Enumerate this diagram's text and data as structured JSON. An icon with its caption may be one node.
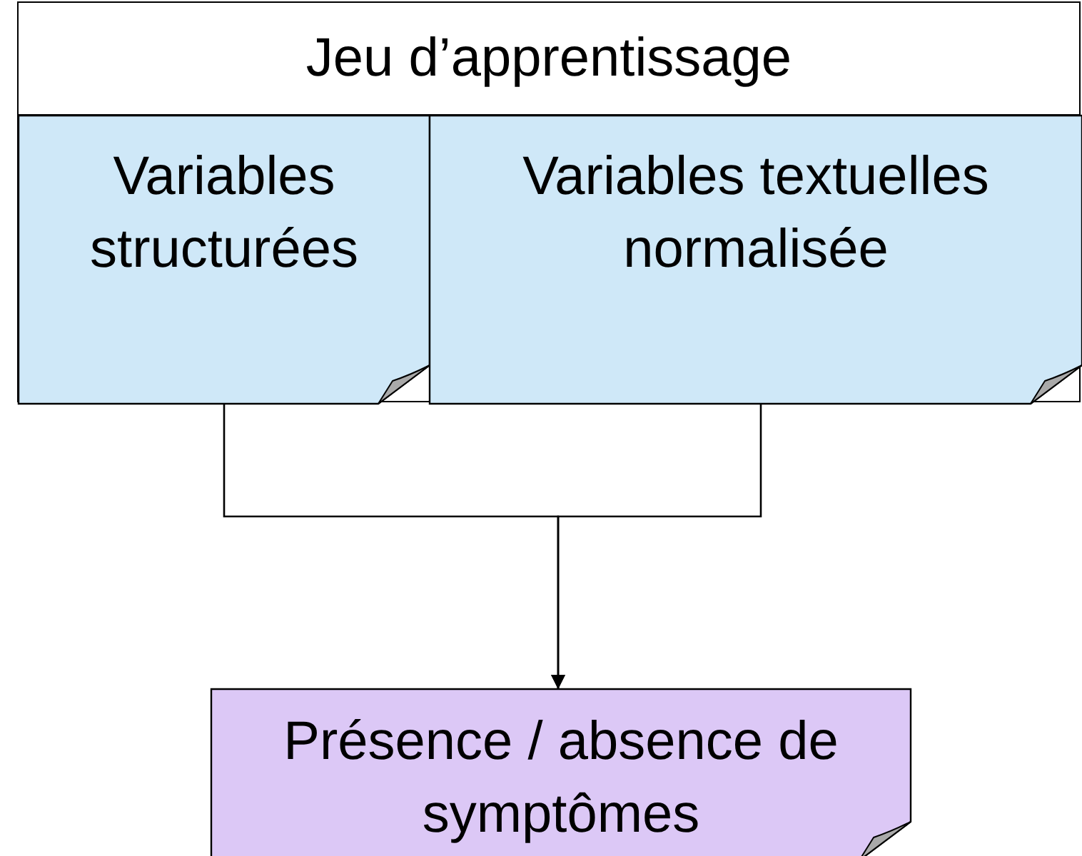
{
  "diagram": {
    "nodes": [
      {
        "text": [
          "Jeu d’apprentissage"
        ]
      },
      {
        "text": [
          "Variables structurées"
        ],
        "in": 0
      },
      {
        "text": [
          "Variables textuelles normalisée"
        ],
        "in": 0
      },
      {
        "text": [
          "Présence / absence de symptômes"
        ]
      }
    ],
    "edges": [
      {
        "from": 1,
        "to": 3,
        "arrow": "to"
      },
      {
        "from": 2,
        "to": 3,
        "arrow": "to"
      }
    ]
  }
}
